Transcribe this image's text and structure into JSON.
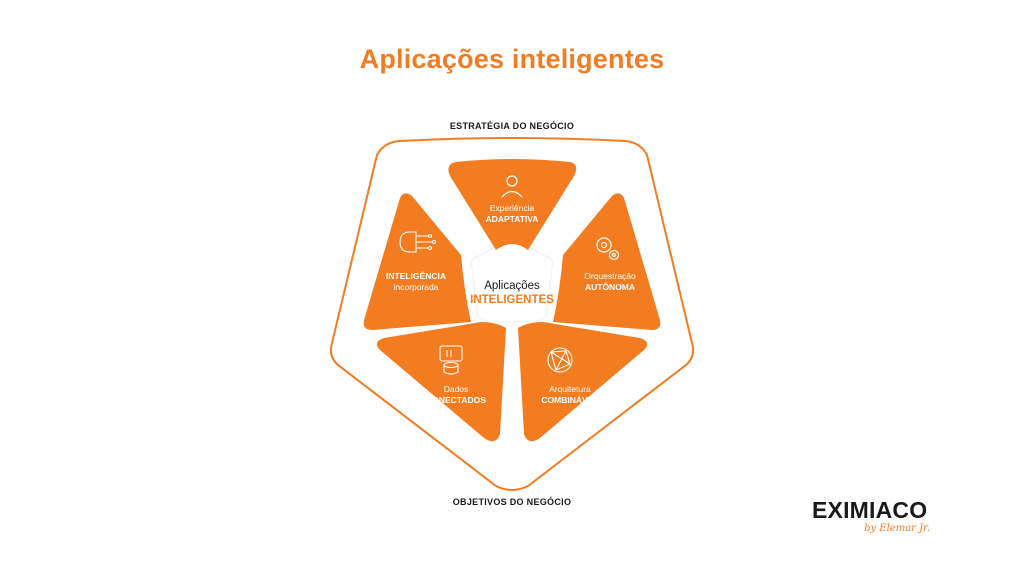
{
  "title": "Aplicações inteligentes",
  "top_label": "ESTRATÉGIA DO NEGÓCIO",
  "bottom_label": "OBJETIVOS DO NEGÓCIO",
  "center": {
    "line1": "Aplicações",
    "line2": "INTELIGENTES"
  },
  "segments": [
    {
      "id": "experiencia",
      "light": "Experiência",
      "strong": "ADAPTATIVA",
      "icon": "user-icon"
    },
    {
      "id": "orquestracao",
      "light": "Orquestração",
      "strong": "AUTÔNOMA",
      "icon": "gears-icon"
    },
    {
      "id": "arquitetura",
      "light": "Arquitetura",
      "strong": "COMBINÁVEL",
      "icon": "network-globe-icon"
    },
    {
      "id": "dados",
      "light": "Dados",
      "strong": "CONECTADOS",
      "icon": "database-icon"
    },
    {
      "id": "inteligencia",
      "strong": "INTELIGÊNCIA",
      "light": "incorporada",
      "icon": "brain-circuit-icon"
    }
  ],
  "logo": {
    "brand": "EXIMIACO",
    "tagline": "by Elemar Jr."
  },
  "colors": {
    "accent": "#f47c20",
    "text": "#1a1a1a",
    "background": "#ffffff"
  }
}
